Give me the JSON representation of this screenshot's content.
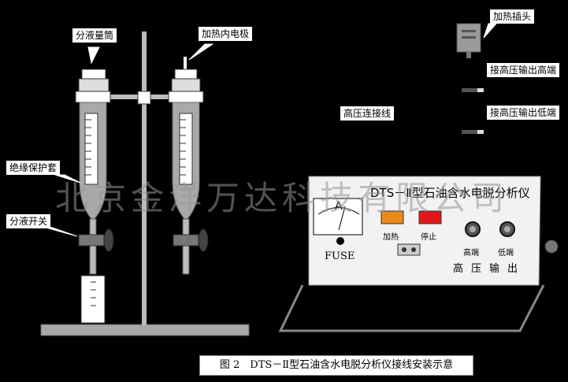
{
  "labels": {
    "graduated_cylinder": "分液量筒",
    "heating_electrode": "加热内电极",
    "insulation_sleeve": "绝缘保护套",
    "drain_switch": "分液开关",
    "heating_plug": "加热插头",
    "hv_output_high": "接高压输出高端",
    "hv_output_low": "接高压输出低端",
    "hv_wire": "高压连接线"
  },
  "instrument": {
    "title": "DTS－Ⅱ型石油含水电脱分析仪",
    "heat_label": "加热",
    "stop_label": "停止",
    "fuse_label": "FUSE",
    "hv_label": "高压输出",
    "high_label": "高端",
    "low_label": "低端",
    "meter_letter": "A"
  },
  "watermark": "北京金洋万达科技有限公司",
  "caption": "图 2　DTS－Ⅱ型石油含水电脱分析仪接线安装示意",
  "colors": {
    "background": "#000000",
    "instrument_body": "#f2f2f2",
    "heat_button": "#e88a1a",
    "stop_button": "#e01818"
  }
}
